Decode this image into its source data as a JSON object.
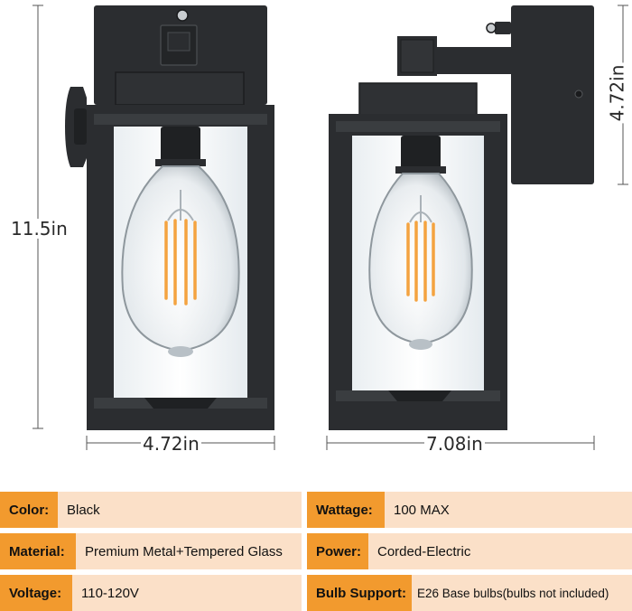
{
  "dimensions": {
    "height_left": "11.5in",
    "width_front": "4.72in",
    "depth_side": "7.08in",
    "box_height": "4.72in"
  },
  "colors": {
    "metal": "#2b2d30",
    "label_bg": "#f29a2e",
    "value_bg": "#fbe0c8",
    "filament": "#f4a340"
  },
  "specs": {
    "left": [
      {
        "label": "Color:",
        "value": "Black"
      },
      {
        "label": "Material:",
        "value": "Premium Metal+Tempered Glass"
      },
      {
        "label": "Voltage:",
        "value": "110-120V"
      }
    ],
    "right": [
      {
        "label": "Wattage:",
        "value": "100 MAX"
      },
      {
        "label": "Power:",
        "value": "Corded-Electric"
      },
      {
        "label": "Bulb Support:",
        "value": "E26 Base bulbs(bulbs not included)"
      }
    ]
  }
}
